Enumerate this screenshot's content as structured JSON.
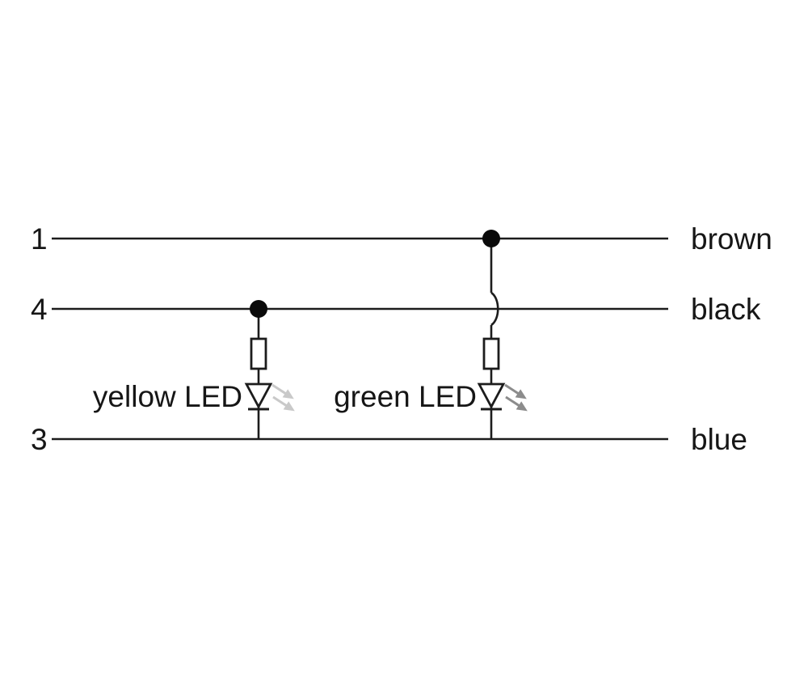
{
  "diagram": {
    "wires": [
      {
        "pin": "1",
        "label": "brown"
      },
      {
        "pin": "4",
        "label": "black"
      },
      {
        "pin": "3",
        "label": "blue"
      }
    ],
    "leds": [
      {
        "label": "yellow LED",
        "arrow_color": "#c9c9c9"
      },
      {
        "label": "green LED",
        "arrow_color": "#8c8c8c"
      }
    ]
  }
}
